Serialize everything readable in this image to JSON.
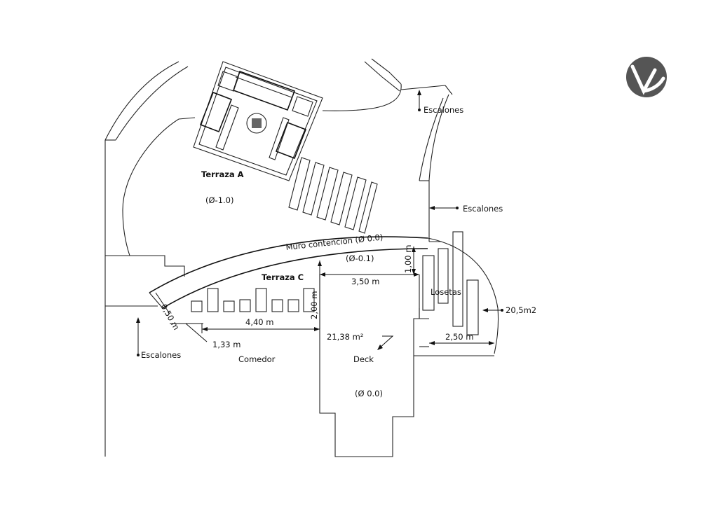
{
  "labels": {
    "terraza_a": "Terraza A",
    "terraza_a_level": "(Ø-1.0)",
    "terraza_c": "Terraza C",
    "terraza_c_level": "(Ø-0.1)",
    "muro": "Muro contencion (Ø 0.0)",
    "escalones_top": "Escalones",
    "escalones_mid": "Escalones",
    "escalones_left": "Escalones",
    "losetas": "Losetas",
    "comedor": "Comedor",
    "deck": "Deck",
    "deck_level": "(Ø 0.0)",
    "area_deck": "21,38 m²",
    "area_losetas": "20,5m2"
  },
  "dimensions": {
    "d_050": "0,50 m",
    "d_133": "1,33 m",
    "d_440": "4,40 m",
    "d_200": "2,00 m",
    "d_100": "1,00 m",
    "d_350": "3,50 m",
    "d_250": "2,50 m"
  },
  "logo": {
    "color": "#555555",
    "icon": "v-logo-icon"
  }
}
